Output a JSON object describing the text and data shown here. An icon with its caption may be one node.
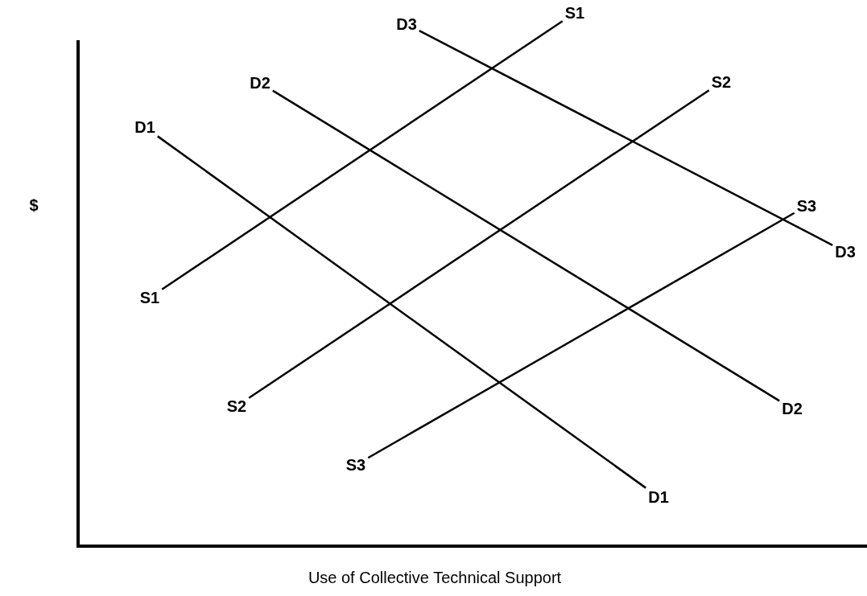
{
  "diagram": {
    "caption": "Use of Collective Technical Support",
    "nodes": [
      {
        "text": [
          "D3"
        ]
      },
      {
        "text": [
          "S1"
        ]
      },
      {
        "text": [
          "D2"
        ]
      },
      {
        "text": [
          "S2"
        ]
      },
      {
        "text": [
          "D1"
        ]
      },
      {
        "text": [
          "S3"
        ]
      },
      {
        "text": [
          "S1"
        ]
      },
      {
        "text": [
          "D3"
        ]
      },
      {
        "text": [
          "S2"
        ]
      },
      {
        "text": [
          "D2"
        ]
      },
      {
        "text": [
          "S3"
        ]
      },
      {
        "text": [
          "D1"
        ]
      }
    ],
    "edges": [
      {
        "from": 0,
        "to": 7,
        "arrow": "none"
      },
      {
        "from": 2,
        "to": 9,
        "arrow": "none"
      },
      {
        "from": 4,
        "to": 11,
        "arrow": "none"
      },
      {
        "from": 6,
        "to": 1,
        "arrow": "none"
      },
      {
        "from": 8,
        "to": 3,
        "arrow": "none"
      },
      {
        "from": 10,
        "to": 5,
        "arrow": "none"
      }
    ],
    "labels": [
      "$"
    ]
  }
}
